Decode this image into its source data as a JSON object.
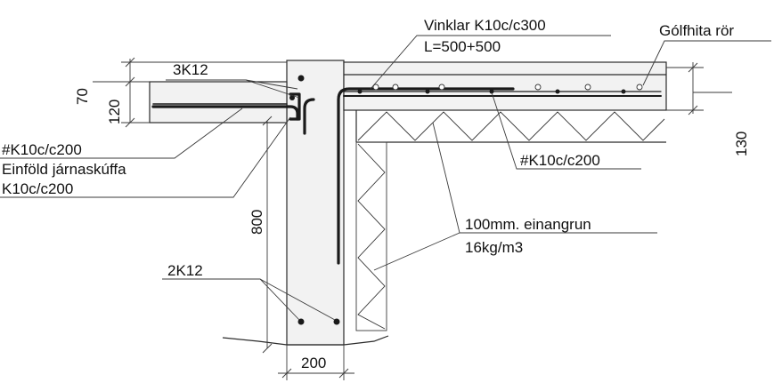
{
  "labels": {
    "vinklar": "Vinklar K10c/c300",
    "vinklar_length": "L=500+500",
    "golfhita": "Gólfhita rör",
    "top_bars": "3K12",
    "slab_mesh_left": "#K10c/c200",
    "single_stirrup": "Einföld járnaskúffa",
    "stirrup_spacing": "K10c/c200",
    "slab_mesh_right": "#K10c/c200",
    "insulation": "100mm. einangrun",
    "insulation_density": "16kg/m3",
    "bottom_bars": "2K12"
  },
  "dimensions": {
    "dim_70": "70",
    "dim_120": "120",
    "dim_130": "130",
    "dim_800": "800",
    "dim_200": "200"
  }
}
